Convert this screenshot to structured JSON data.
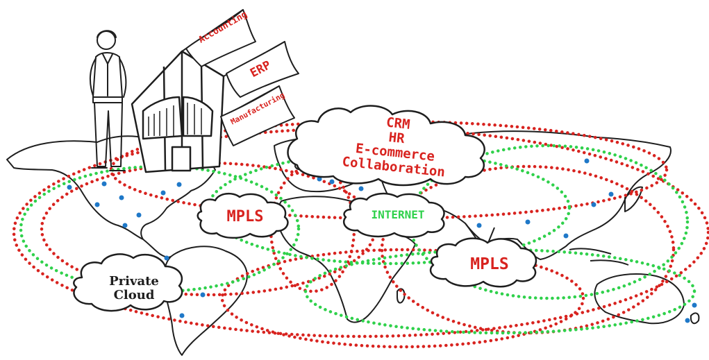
{
  "flags": {
    "accounting": "Accounting",
    "erp": "ERP",
    "manufacturing": "Manufacturing"
  },
  "cloud_apps": {
    "line1": "CRM",
    "line2": "HR",
    "line3": "E-commerce",
    "line4": "Collaboration"
  },
  "clouds": {
    "mpls_west": "MPLS",
    "internet": "INTERNET",
    "mpls_east": "MPLS",
    "private_line1": "Private",
    "private_line2": "Cloud"
  },
  "colors": {
    "mpls_red": "#d8231f",
    "internet_green": "#2fd14b",
    "node_blue": "#1f78c8",
    "ink": "#1e1e1e"
  }
}
